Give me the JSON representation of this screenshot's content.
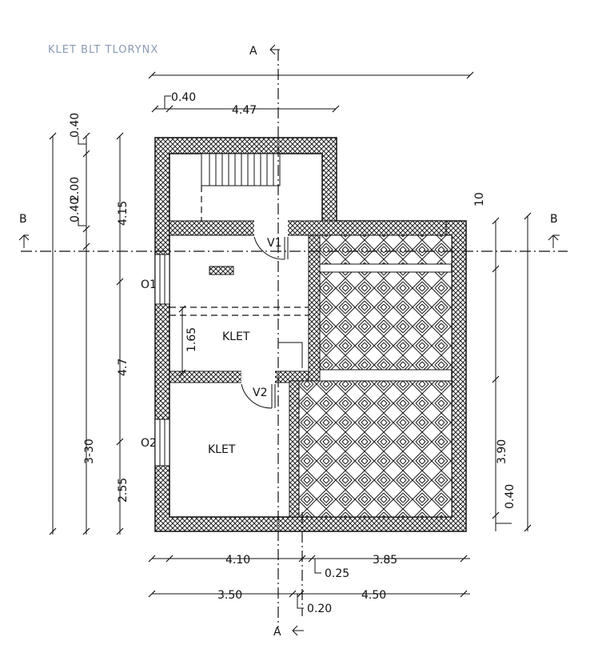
{
  "header": {
    "scribble_text": "KLET BLT TLORYNX"
  },
  "sections": {
    "a_top": "A",
    "a_bottom": "A",
    "b_left": "B",
    "b_right": "B"
  },
  "dimensions": {
    "top_overall": "",
    "top_0_40": "0.40",
    "top_4_47": "4.47",
    "left_0_40_top": "0.40",
    "left_2_00": "2.00",
    "left_0_40_mid": "0.40",
    "left_4_15": "4.15",
    "left_4_7": "4.7",
    "left_3_30": "3-30",
    "left_2_55": "2.55",
    "left_1_65": "1.65",
    "right_10": "10",
    "right_3_90": "3.90",
    "right_0_40": "0.40",
    "bottom_4_10": "4.10",
    "bottom_3_85": "3.85",
    "bottom_0_25": "0.25",
    "bottom_3_50": "3.50",
    "bottom_4_50": "4.50",
    "bottom_0_20": "0.20"
  },
  "rooms": {
    "room1": "KLET",
    "room2": "KLET"
  },
  "doors": {
    "v1": "V1",
    "v2": "V2"
  },
  "windows": {
    "o1": "O1",
    "o2": "O2"
  },
  "colors": {
    "ink": "#111111",
    "paper": "#ffffff"
  }
}
